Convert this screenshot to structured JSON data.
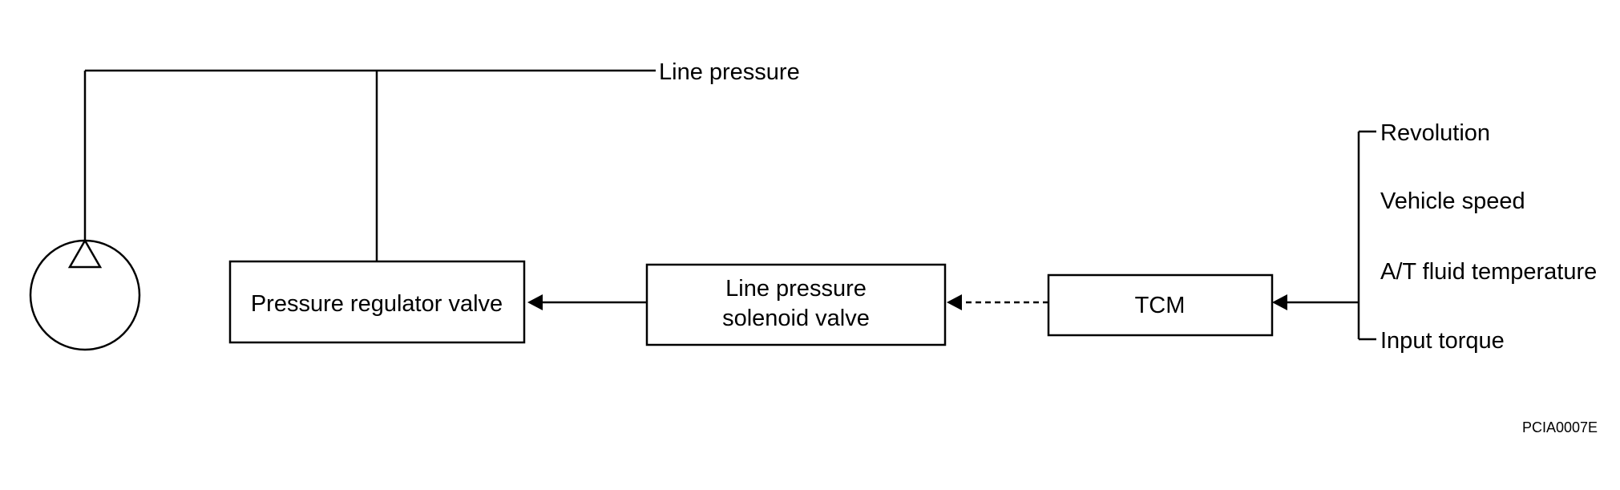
{
  "diagram": {
    "line_pressure_label": "Line pressure",
    "pressure_regulator_valve": "Pressure regulator valve",
    "line_pressure_solenoid_valve": {
      "line1": "Line pressure",
      "line2": "solenoid valve"
    },
    "tcm": "TCM",
    "inputs": [
      "Revolution",
      "Vehicle speed",
      "A/T fluid temperature",
      "Input torque"
    ],
    "figure_code": "PCIA0007E"
  },
  "colors": {
    "stroke": "#000000",
    "background": "#ffffff"
  }
}
